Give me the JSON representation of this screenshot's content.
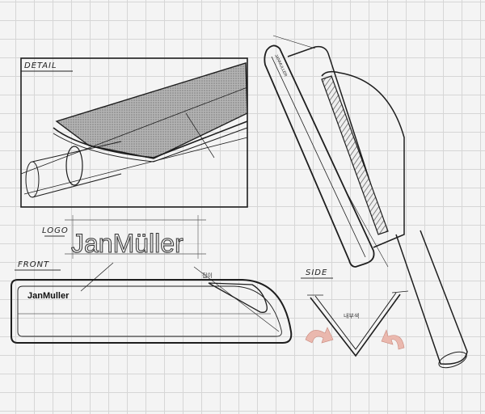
{
  "labels": {
    "detail": "DETAIL",
    "logo": "LOGO",
    "front": "FRONT",
    "side": "SIDE"
  },
  "logo_large": "JanMüller",
  "logo_small": "JanMuller",
  "side_brand": "JANMULLER",
  "annotations": {
    "fold": "접이",
    "inner_color": "내부색"
  },
  "colors": {
    "ink": "#1e1e1e",
    "grid": "#d6d6d6",
    "arrow": "#e8b4aa",
    "shade": "#9a9a9a"
  }
}
